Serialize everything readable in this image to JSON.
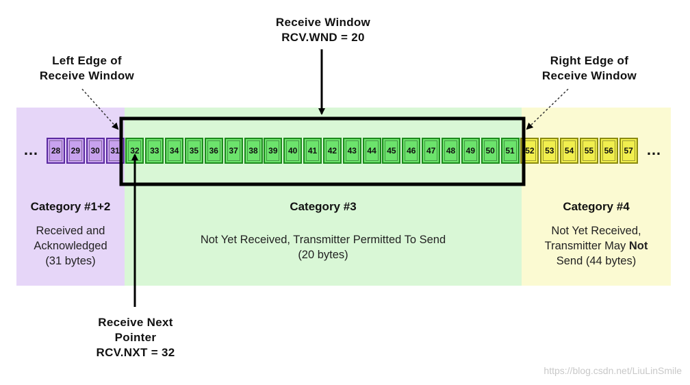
{
  "title": {
    "line1": "Receive Window",
    "line2": "RCV.WND = 20"
  },
  "left_edge": {
    "line1": "Left Edge of",
    "line2": "Receive Window"
  },
  "right_edge": {
    "line1": "Right Edge of",
    "line2": "Receive Window"
  },
  "next_pointer": {
    "line1": "Receive Next",
    "line2": "Pointer",
    "line3": "RCV.NXT = 32"
  },
  "ellipsis": "…",
  "bytes": [
    {
      "n": "28",
      "cat": "c12"
    },
    {
      "n": "29",
      "cat": "c12"
    },
    {
      "n": "30",
      "cat": "c12"
    },
    {
      "n": "31",
      "cat": "c12"
    },
    {
      "n": "32",
      "cat": "c3"
    },
    {
      "n": "33",
      "cat": "c3"
    },
    {
      "n": "34",
      "cat": "c3"
    },
    {
      "n": "35",
      "cat": "c3"
    },
    {
      "n": "36",
      "cat": "c3"
    },
    {
      "n": "37",
      "cat": "c3"
    },
    {
      "n": "38",
      "cat": "c3"
    },
    {
      "n": "39",
      "cat": "c3"
    },
    {
      "n": "40",
      "cat": "c3"
    },
    {
      "n": "41",
      "cat": "c3"
    },
    {
      "n": "42",
      "cat": "c3"
    },
    {
      "n": "43",
      "cat": "c3"
    },
    {
      "n": "44",
      "cat": "c3"
    },
    {
      "n": "45",
      "cat": "c3"
    },
    {
      "n": "46",
      "cat": "c3"
    },
    {
      "n": "47",
      "cat": "c3"
    },
    {
      "n": "48",
      "cat": "c3"
    },
    {
      "n": "49",
      "cat": "c3"
    },
    {
      "n": "50",
      "cat": "c3"
    },
    {
      "n": "51",
      "cat": "c3"
    },
    {
      "n": "52",
      "cat": "c4"
    },
    {
      "n": "53",
      "cat": "c4"
    },
    {
      "n": "54",
      "cat": "c4"
    },
    {
      "n": "55",
      "cat": "c4"
    },
    {
      "n": "56",
      "cat": "c4"
    },
    {
      "n": "57",
      "cat": "c4"
    }
  ],
  "cat12": {
    "title": "Category #1+2",
    "line1": "Received and",
    "line2": "Acknowledged",
    "line3": "(31 bytes)"
  },
  "cat3": {
    "title": "Category #3",
    "line1": "Not Yet Received, Transmitter Permitted To Send",
    "line2": "(20 bytes)"
  },
  "cat4": {
    "title": "Category #4",
    "line1": "Not Yet Received,",
    "line2a": "Transmitter May ",
    "line2b": "Not",
    "line3": "Send (44 bytes)"
  },
  "colors": {
    "cat12_bg": "#e6d6f8",
    "cat3_bg": "#d9f7d6",
    "cat4_bg": "#fbfad2"
  },
  "watermark": "https://blog.csdn.net/LiuLinSmile"
}
